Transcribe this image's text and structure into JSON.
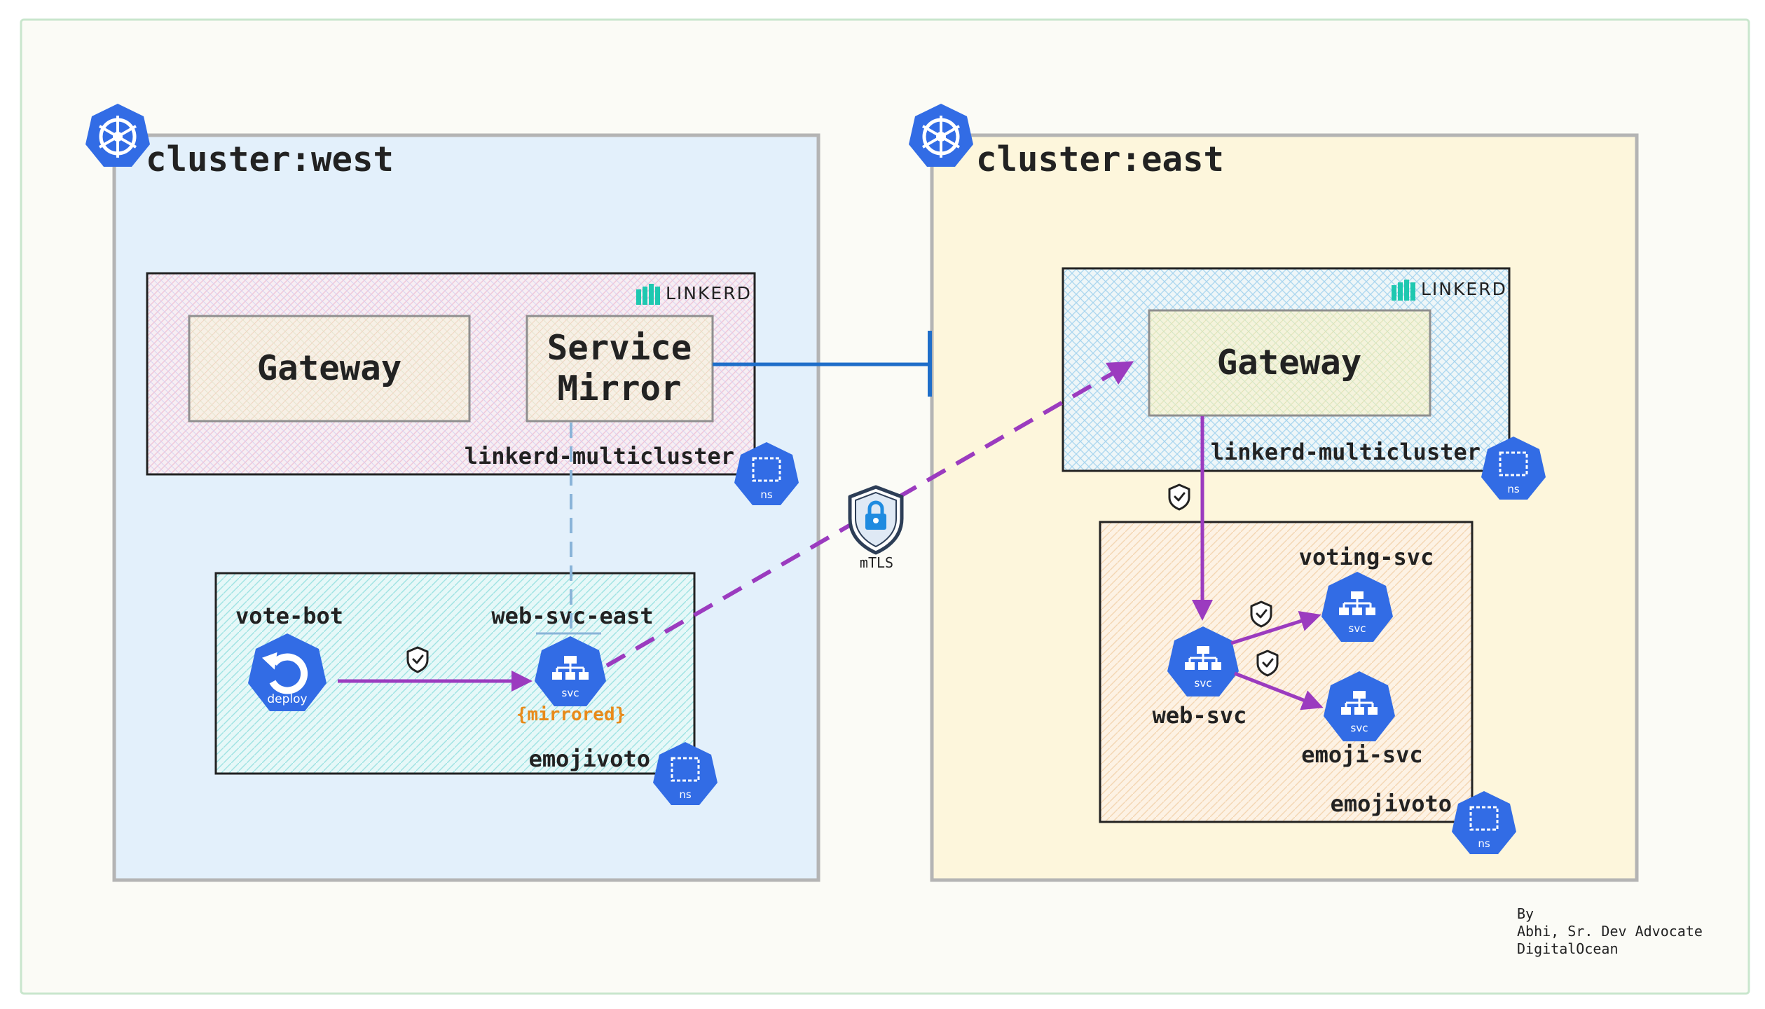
{
  "colors": {
    "canvas_bg": "#fbfbf6",
    "canvas_border": "#c9e6cd",
    "west_bg": "#e3f0fb",
    "east_bg": "#fdf6dc",
    "cluster_border": "#b4b4b4",
    "k8s_blue": "#326ce5",
    "linkerd_teal": "#1ec8b0",
    "purple_arrow": "#9b3bbf",
    "blue_line": "#1f6ec9",
    "mirrored_orange": "#e88a1a",
    "text": "#222222"
  },
  "clusters": {
    "west": {
      "label": "cluster:west",
      "icon": "kubernetes-helm-icon",
      "multicluster_ns": {
        "brand": "LINKERD",
        "gateway": "Gateway",
        "service_mirror": [
          "Service",
          "Mirror"
        ],
        "ns_name": "linkerd-multicluster",
        "badge": "ns"
      },
      "app_ns": {
        "ns_name": "emojivoto",
        "badge": "ns",
        "deploy": {
          "name": "vote-bot",
          "badge": "deploy"
        },
        "svc": {
          "name": "web-svc-east",
          "badge": "svc",
          "tag": "{mirrored}"
        }
      }
    },
    "east": {
      "label": "cluster:east",
      "icon": "kubernetes-helm-icon",
      "multicluster_ns": {
        "brand": "LINKERD",
        "gateway": "Gateway",
        "ns_name": "linkerd-multicluster",
        "badge": "ns"
      },
      "app_ns": {
        "ns_name": "emojivoto",
        "badge": "ns",
        "web_svc": {
          "name": "web-svc",
          "badge": "svc"
        },
        "voting_svc": {
          "name": "voting-svc",
          "badge": "svc"
        },
        "emoji_svc": {
          "name": "emoji-svc",
          "badge": "svc"
        }
      }
    }
  },
  "mtls": {
    "label": "mTLS",
    "icon": "lock-shield-icon"
  },
  "credit": [
    "By",
    "Abhi, Sr. Dev Advocate",
    "DigitalOcean"
  ]
}
